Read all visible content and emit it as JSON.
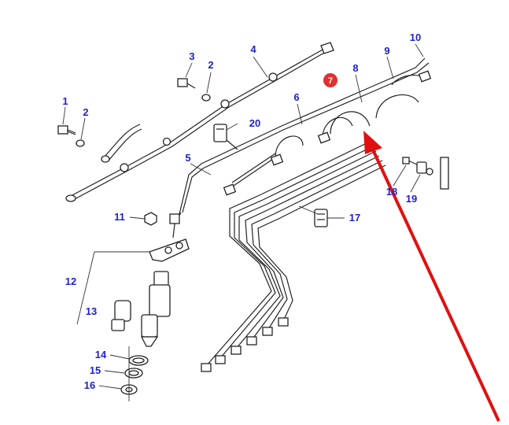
{
  "diagram": {
    "labels": {
      "l1": "1",
      "l2a": "2",
      "l2b": "2",
      "l3": "3",
      "l4": "4",
      "l5": "5",
      "l6": "6",
      "l7": "7",
      "l8": "8",
      "l9": "9",
      "l10": "10",
      "l11": "11",
      "l12": "12",
      "l13": "13",
      "l14": "14",
      "l15": "15",
      "l16": "16",
      "l17": "17",
      "l18": "18",
      "l19": "19",
      "l20": "20"
    },
    "label_color": "#1f1fd0",
    "highlight": {
      "part": "7",
      "badge_color": "#e03030",
      "arrow_color": "#e01010"
    }
  }
}
